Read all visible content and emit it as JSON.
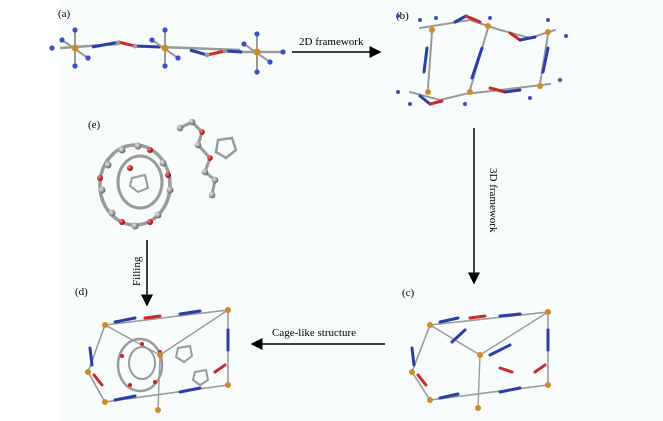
{
  "panels": {
    "a": "(a)",
    "b": "(b)",
    "c": "(c)",
    "d": "(d)",
    "e": "(e)"
  },
  "arrows": {
    "a_to_b": "2D framework",
    "b_to_c": "3D framework",
    "c_to_d": "Cage-like structure",
    "e_to_d": "Filling"
  },
  "colors": {
    "bond_blue": "#2b3ea8",
    "bond_red": "#cc2a2a",
    "atom_gray": "#9a9a9a",
    "atom_dark": "#5a5a5a",
    "atom_orange": "#d08a2a",
    "atom_blue": "#3a4fc0",
    "atom_red": "#c0282a",
    "tint": "#eaf6f6"
  }
}
